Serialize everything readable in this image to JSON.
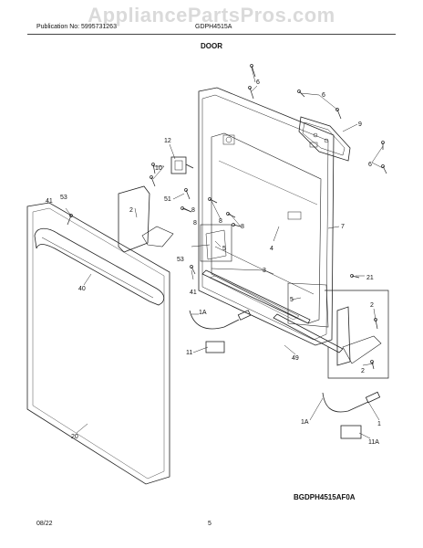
{
  "header": {
    "watermark": "AppliancePartsPros.com",
    "publication_label": "Publication No: 5995731263",
    "model": "GDPH4515A",
    "section_title": "DOOR"
  },
  "callouts": {
    "c6a": "6",
    "c6b": "6",
    "c6c": "6",
    "c9": "9",
    "c12": "12",
    "c10": "10",
    "c51": "51",
    "c53": "53",
    "c41a": "41",
    "c2a": "2",
    "c8a": "8",
    "c8b": "8",
    "c8c": "8",
    "c8d": "8",
    "c7": "7",
    "c4": "4",
    "c5a": "5",
    "c53b": "53",
    "c3": "3",
    "c41b": "41",
    "c40": "40",
    "c21": "21",
    "c5b": "5",
    "c2b": "2",
    "c2c": "2",
    "c1a": "1A",
    "c11": "11",
    "c49": "49",
    "c20": "20",
    "c1a_b": "1A",
    "c1": "1",
    "c11a": "11A"
  },
  "footer": {
    "diagram_code": "BGDPH4515AF0A",
    "date": "08/22",
    "page": "5"
  }
}
